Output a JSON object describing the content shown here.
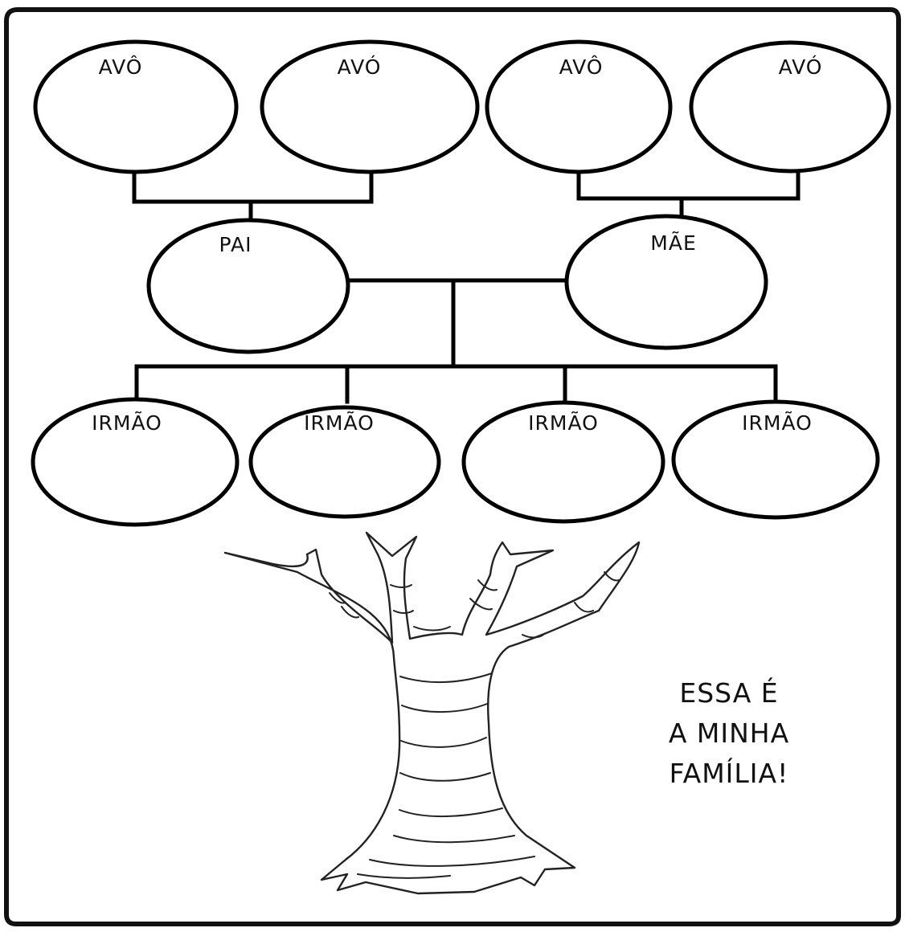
{
  "grandparents": [
    {
      "label": "AVÔ"
    },
    {
      "label": "AVÓ"
    },
    {
      "label": "AVÔ"
    },
    {
      "label": "AVÓ"
    }
  ],
  "parents": {
    "father": {
      "label": "PAI"
    },
    "mother": {
      "label": "MÃE"
    }
  },
  "siblings": [
    {
      "label": "IRMÃO"
    },
    {
      "label": "IRMÃO"
    },
    {
      "label": "IRMÃO"
    },
    {
      "label": "IRMÃO"
    }
  ],
  "caption": {
    "line1": "ESSA É",
    "line2": "A MINHA",
    "line3": "FAMÍLIA!"
  }
}
